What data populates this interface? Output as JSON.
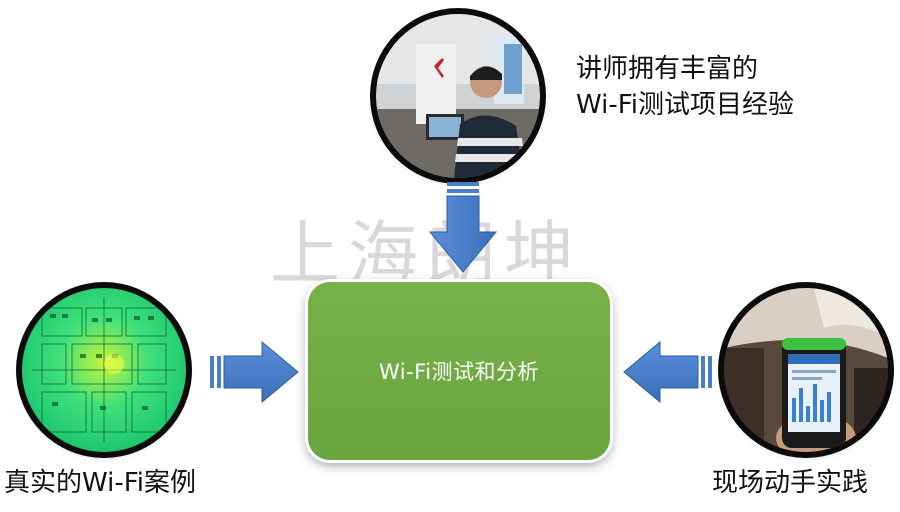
{
  "center": {
    "label": "Wi-Fi测试和分析"
  },
  "top_caption": {
    "line1": "讲师拥有丰富的",
    "line2": "Wi-Fi测试项目经验"
  },
  "left_caption": "真实的Wi-Fi案例",
  "right_caption": "现场动手实践",
  "watermark": "上海朗坤",
  "colors": {
    "box_green": "#70ab44",
    "arrow_blue": "#4a7fc8",
    "text": "#111111"
  }
}
